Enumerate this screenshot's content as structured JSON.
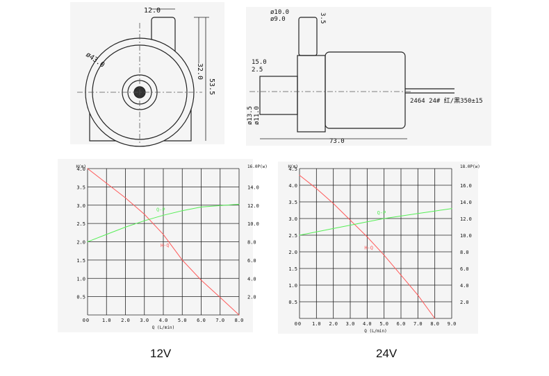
{
  "drawing_front": {
    "dims": {
      "top": "12.0",
      "dia": "ø43.0",
      "h1": "32.0",
      "h2": "53.5"
    }
  },
  "drawing_side": {
    "dims": {
      "d1": "ø10.0",
      "d2": "ø9.0",
      "top": "3.5",
      "l1": "15.0",
      "l2": "2.5",
      "d3": "ø13.5",
      "d4": "ø11.0",
      "len": "73.0",
      "wire": "2464 24# 红/黑350±15"
    }
  },
  "chart_data": [
    {
      "type": "line",
      "title": "12V",
      "xlabel": "Q (L/min)",
      "ylabel": "H(m)",
      "y2label": "16.0P(w)",
      "xlim": [
        0,
        8
      ],
      "ylim": [
        0,
        4
      ],
      "y2lim": [
        0,
        16
      ],
      "x_ticks": [
        "0",
        "1.0",
        "2.0",
        "3.0",
        "4.0",
        "5.0",
        "6.0",
        "7.0",
        "8.0"
      ],
      "y_ticks": [
        "0.5",
        "1.0",
        "1.5",
        "2.0",
        "2.5",
        "3.0",
        "3.5",
        "4.0"
      ],
      "y2_ticks": [
        "2.0",
        "4.0",
        "6.0",
        "8.0",
        "10.0",
        "12.0",
        "14.0"
      ],
      "series": [
        {
          "name": "H-Q",
          "axis": "left",
          "color": "#ff5a5a",
          "x": [
            0,
            1,
            2,
            3,
            4,
            5,
            6,
            7,
            8
          ],
          "y": [
            4.0,
            3.6,
            3.2,
            2.75,
            2.2,
            1.5,
            0.95,
            0.48,
            0.0
          ]
        },
        {
          "name": "Q-P",
          "axis": "right",
          "color": "#55ee55",
          "x": [
            0,
            1,
            2,
            3,
            4,
            5,
            6,
            7,
            8
          ],
          "y": [
            8.0,
            8.8,
            9.6,
            10.3,
            10.9,
            11.4,
            11.8,
            11.95,
            12.1
          ]
        }
      ]
    },
    {
      "type": "line",
      "title": "24V",
      "xlabel": "Q (L/min)",
      "ylabel": "H(m)",
      "y2label": "18.0P(w)",
      "xlim": [
        0,
        9
      ],
      "ylim": [
        0,
        4.5
      ],
      "y2lim": [
        0,
        18
      ],
      "x_ticks": [
        "0",
        "1.0",
        "2.0",
        "3.0",
        "4.0",
        "5.0",
        "6.0",
        "7.0",
        "8.0",
        "9.0"
      ],
      "y_ticks": [
        "0.5",
        "1.0",
        "1.5",
        "2.0",
        "2.5",
        "3.0",
        "3.5",
        "4.0",
        "4.5"
      ],
      "y2_ticks": [
        "2.0",
        "4.0",
        "6.0",
        "8.0",
        "10.0",
        "12.0",
        "14.0",
        "16.0"
      ],
      "series": [
        {
          "name": "H-Q",
          "axis": "left",
          "color": "#ff5a5a",
          "x": [
            0,
            1,
            2,
            3,
            4,
            5,
            6,
            7,
            8
          ],
          "y": [
            4.3,
            3.9,
            3.45,
            2.95,
            2.45,
            1.9,
            1.3,
            0.7,
            0.0
          ]
        },
        {
          "name": "Q-P",
          "axis": "right",
          "color": "#55ee55",
          "x": [
            0,
            1,
            2,
            3,
            4,
            5,
            6,
            7,
            8,
            9
          ],
          "y": [
            10.0,
            10.4,
            10.8,
            11.2,
            11.6,
            12.0,
            12.3,
            12.6,
            12.9,
            13.2
          ]
        }
      ]
    }
  ]
}
